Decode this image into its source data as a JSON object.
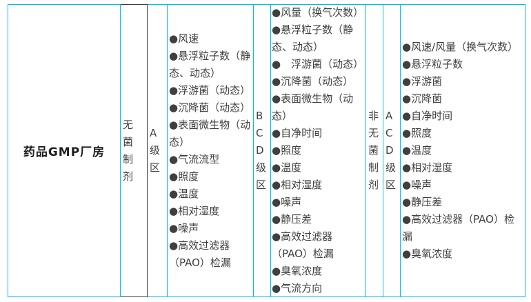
{
  "colors": {
    "border": "#00bdf0",
    "dark_border": "#3d3d3d",
    "text": "#3f3f3f",
    "title_text": "#1d1d1d",
    "background": "#ffffff"
  },
  "table": {
    "title": "药品GMP厂房",
    "sterile": {
      "category": "无菌制剂",
      "zone_a": {
        "label": "A级区",
        "items": [
          "●风速",
          "●悬浮粒子数（静态、动态）",
          "●浮游菌（动态）",
          "●沉降菌（动态）",
          "●表面微生物（动态）",
          "●气流流型",
          "●照度",
          "●温度",
          "●相对湿度",
          "●噪声",
          "●高效过滤器（PAO）检漏"
        ]
      },
      "zone_bcd": {
        "label": "BCD级区",
        "items": [
          "●风量（换气次数）",
          "●悬浮粒子数（静态、动态）",
          "●　浮游菌（动态）",
          "●沉降菌（动态）",
          "●表面微生物（动态）",
          "●自净时间",
          "●照度",
          "●温度",
          "●相对湿度",
          "●噪声",
          "●静压差",
          "●高效过滤器（PAO）检漏",
          "●臭氧浓度",
          "●气流方向"
        ]
      }
    },
    "non_sterile": {
      "category": "非无菌制剂",
      "zone_acd": {
        "label": "ACD级区",
        "items": [
          "●风速/风量（换气次数）",
          "●悬浮粒子数",
          "●浮游菌",
          "●沉降菌",
          "●自净时间",
          "●照度",
          "●温度",
          "●相对湿度",
          "●噪声",
          "●静压差",
          "●高效过滤器（PAO）检漏",
          "●臭氧浓度"
        ]
      }
    }
  }
}
